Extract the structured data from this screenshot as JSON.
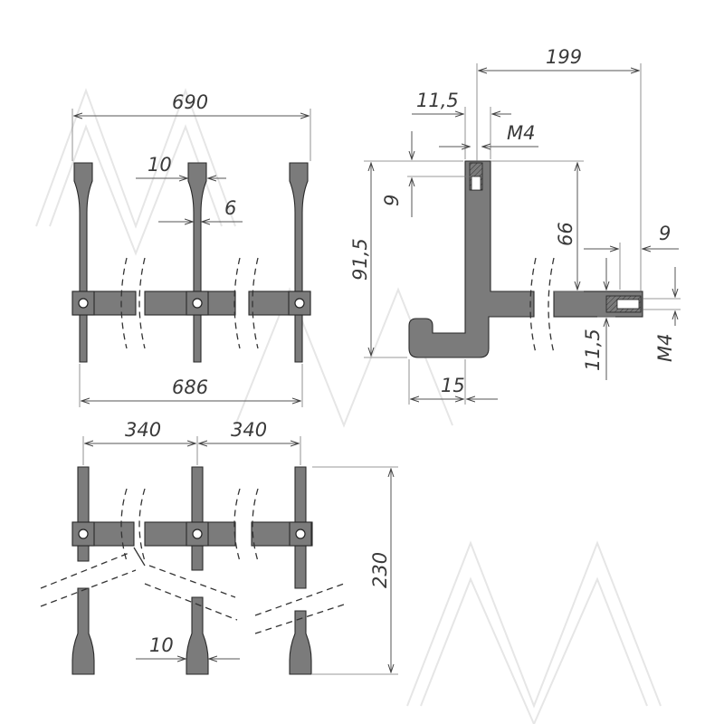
{
  "dimensions": {
    "top_left": {
      "overall_width": "690",
      "bottom_width": "686",
      "rod_width": "10",
      "neck_width": "6"
    },
    "side_view": {
      "length": "199",
      "offset": "11,5",
      "thread_top": "M4",
      "height": "91,5",
      "depth_top": "9",
      "arm_height": "66",
      "arm_end": "9",
      "thickness": "11,5",
      "thread_right": "M4",
      "hook_width": "15"
    },
    "bottom": {
      "spacing_left": "340",
      "spacing_right": "340",
      "height": "230",
      "rod_width": "10"
    }
  },
  "watermark": "MM"
}
